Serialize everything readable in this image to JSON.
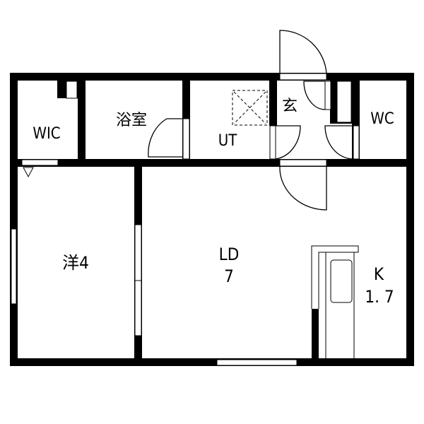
{
  "floorplan": {
    "rooms": [
      {
        "id": "wic",
        "label": "WIC"
      },
      {
        "id": "bath",
        "label": "浴室"
      },
      {
        "id": "ut",
        "label": "UT"
      },
      {
        "id": "entrance",
        "label": "玄"
      },
      {
        "id": "wc",
        "label": "WC"
      },
      {
        "id": "western",
        "label": "洋4"
      },
      {
        "id": "ld",
        "label": "LD",
        "size": "7"
      },
      {
        "id": "kitchen",
        "label": "K",
        "size": "1. 7"
      }
    ],
    "colors": {
      "wall": "#000000",
      "background": "#ffffff"
    }
  }
}
